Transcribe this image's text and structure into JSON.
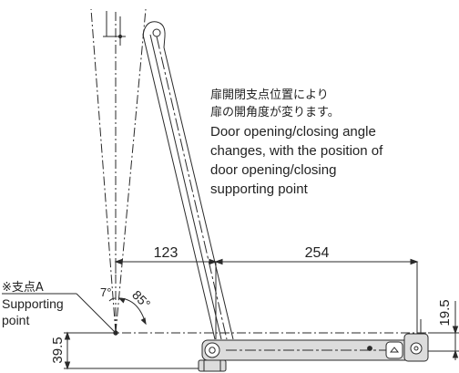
{
  "note": {
    "jp_line1": "扉開閉支点位置により",
    "jp_line2": "扉の開角度が変ります。",
    "en_line1": "Door opening/closing angle",
    "en_line2": "changes, with the position of",
    "en_line3": "door opening/closing",
    "en_line4": "supporting point"
  },
  "dimensions": {
    "horizontal_left": "123",
    "horizontal_right": "254",
    "vertical_left": "39.5",
    "vertical_right": "19.5"
  },
  "angles": {
    "small": "7°",
    "large": "85°"
  },
  "support_label": {
    "jp": "※支点A",
    "en_line1": "Supporting",
    "en_line2": "point"
  },
  "colors": {
    "line": "#2a2a2a",
    "part_fill": "#dcdcdc"
  }
}
